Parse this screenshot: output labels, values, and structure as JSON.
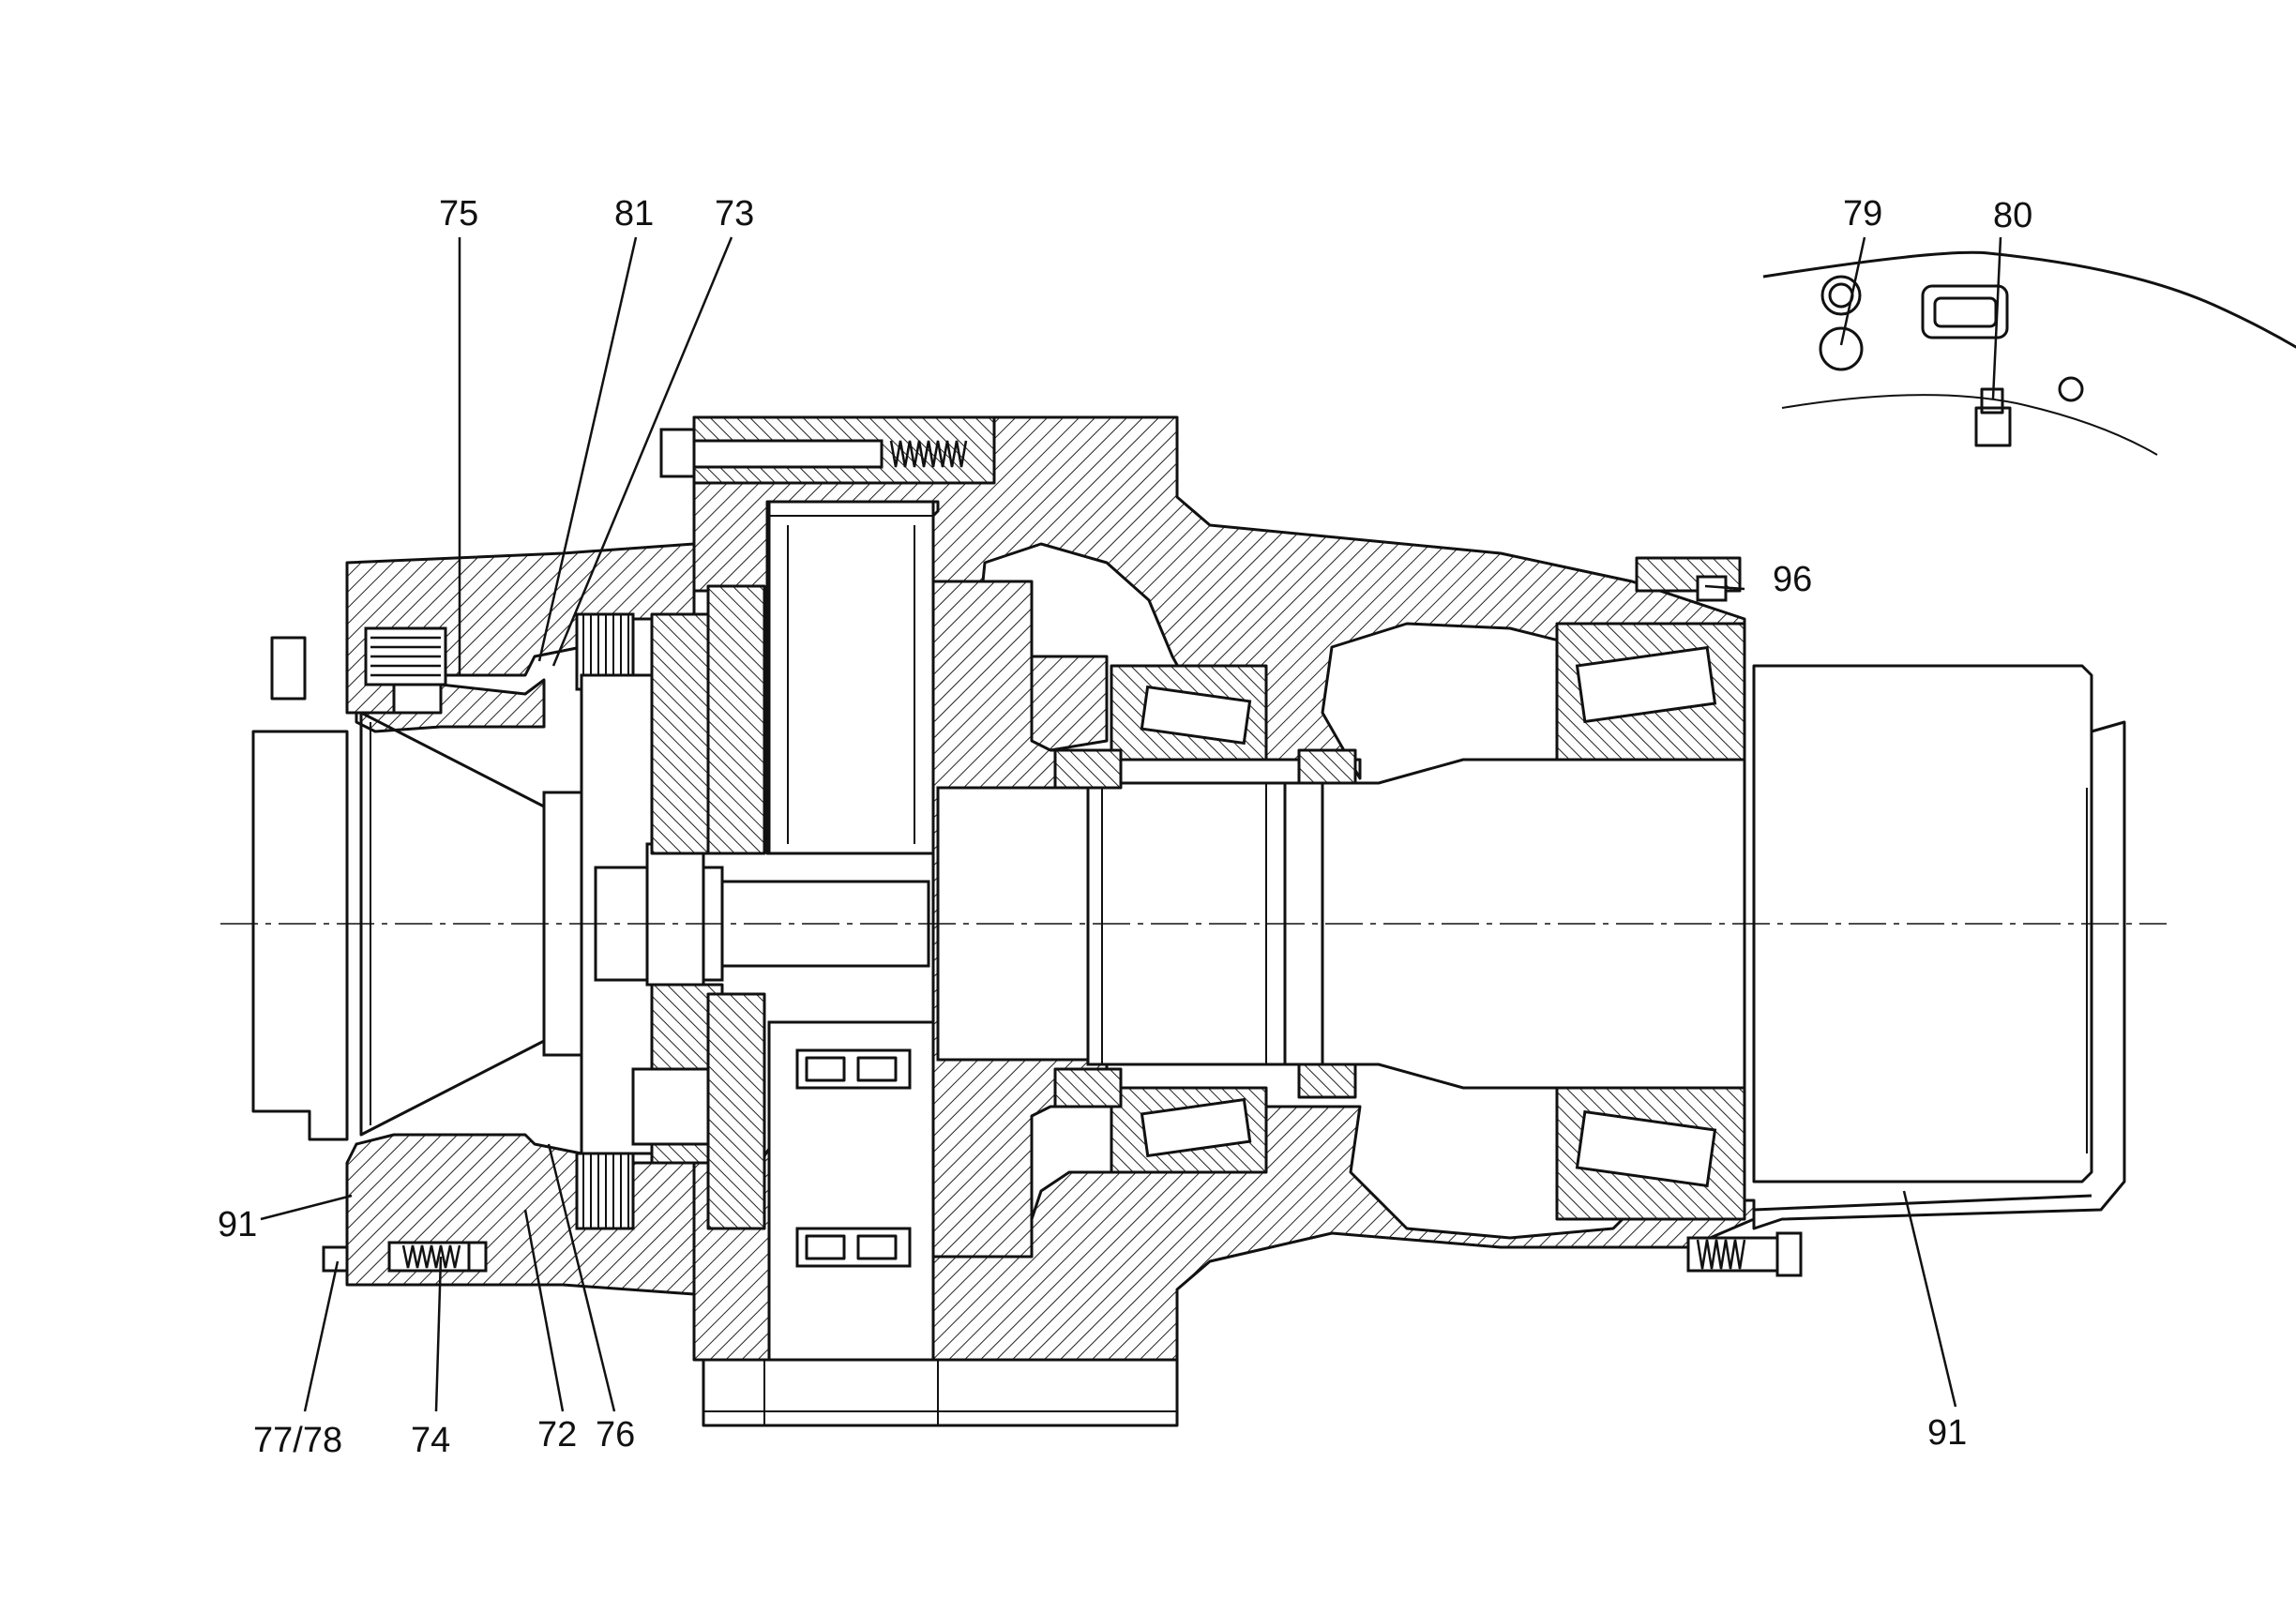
{
  "callouts": [
    {
      "id": "75",
      "text": "75"
    },
    {
      "id": "81",
      "text": "81"
    },
    {
      "id": "73",
      "text": "73"
    },
    {
      "id": "79",
      "text": "79"
    },
    {
      "id": "80",
      "text": "80"
    },
    {
      "id": "96",
      "text": "96"
    },
    {
      "id": "91a",
      "text": "91"
    },
    {
      "id": "7778",
      "text": "77/78"
    },
    {
      "id": "74",
      "text": "74"
    },
    {
      "id": "72",
      "text": "72"
    },
    {
      "id": "76",
      "text": "76"
    },
    {
      "id": "91b",
      "text": "91"
    }
  ]
}
